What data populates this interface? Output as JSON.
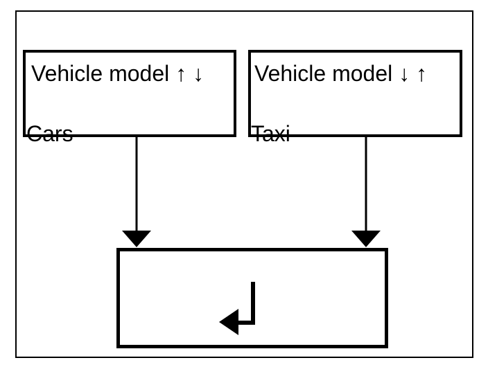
{
  "diagram": {
    "background_color": "#ffffff",
    "line_color": "#000000",
    "nodes": [
      {
        "title": "Vehicle model ↑ ↓",
        "label": "Cars"
      },
      {
        "title": "Vehicle model ↓ ↑",
        "label": "Taxi"
      },
      {
        "icon": "carriage-return"
      }
    ],
    "connectors": [
      {
        "from": "Cars",
        "to": "merge",
        "direction": "down"
      },
      {
        "from": "Taxi",
        "to": "merge",
        "direction": "down"
      }
    ]
  }
}
